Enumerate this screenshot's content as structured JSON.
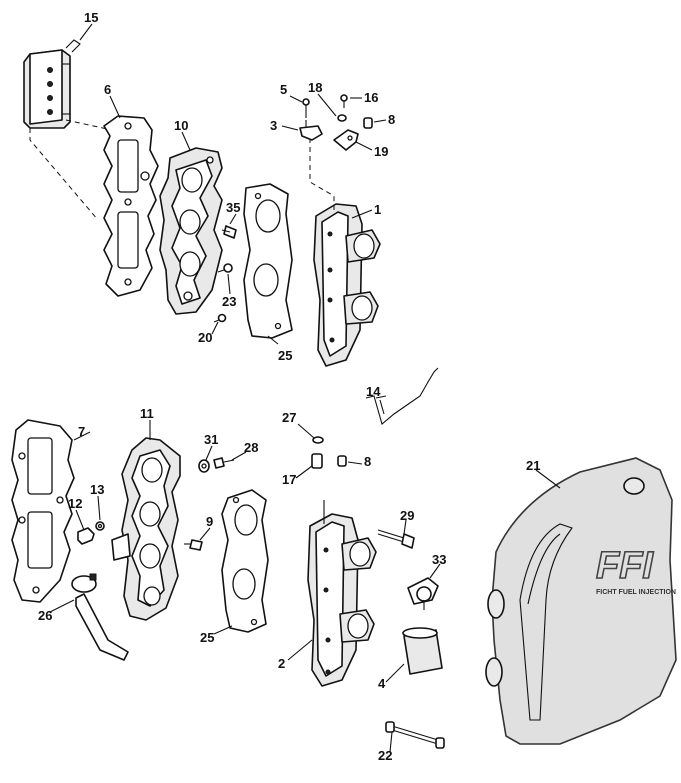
{
  "diagram": {
    "part_numbers": [
      "15",
      "6",
      "10",
      "5",
      "18",
      "16",
      "8",
      "3",
      "19",
      "35",
      "1",
      "23",
      "20",
      "25",
      "14",
      "7",
      "11",
      "31",
      "28",
      "27",
      "8",
      "17",
      "13",
      "12",
      "9",
      "29",
      "33",
      "26",
      "25",
      "2",
      "4",
      "22",
      "21"
    ],
    "cover_logo": "FFI",
    "cover_tagline": "FICHT FUEL INJECTION"
  }
}
